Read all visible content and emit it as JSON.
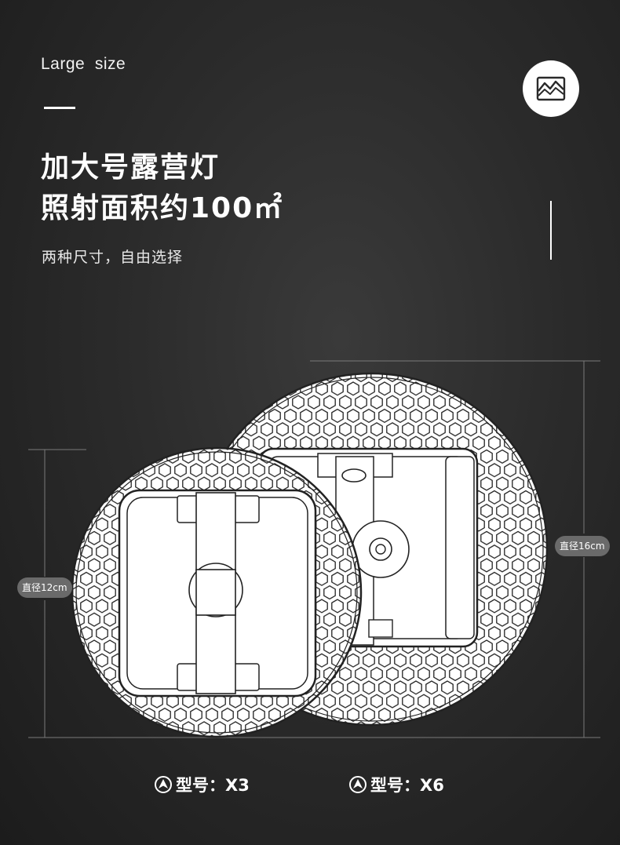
{
  "header": {
    "subtitle_en": "Large  size",
    "headline_line1": "加大号露营灯",
    "headline_line2": "照射面积约100㎡",
    "description": "两种尺寸，自由选择"
  },
  "icons": {
    "badge": "mountain-landscape-icon",
    "model_marker": "circle-arrow-up-icon"
  },
  "dimensions": {
    "small_label": "直径12cm",
    "large_label": "直径16cm"
  },
  "models": [
    {
      "label": "型号：X3"
    },
    {
      "label": "型号：X6"
    }
  ],
  "colors": {
    "background": "#2b2b2b",
    "lamp_body": "#ffffff",
    "outline": "#222222",
    "label_pill": "#6a6a6a"
  }
}
